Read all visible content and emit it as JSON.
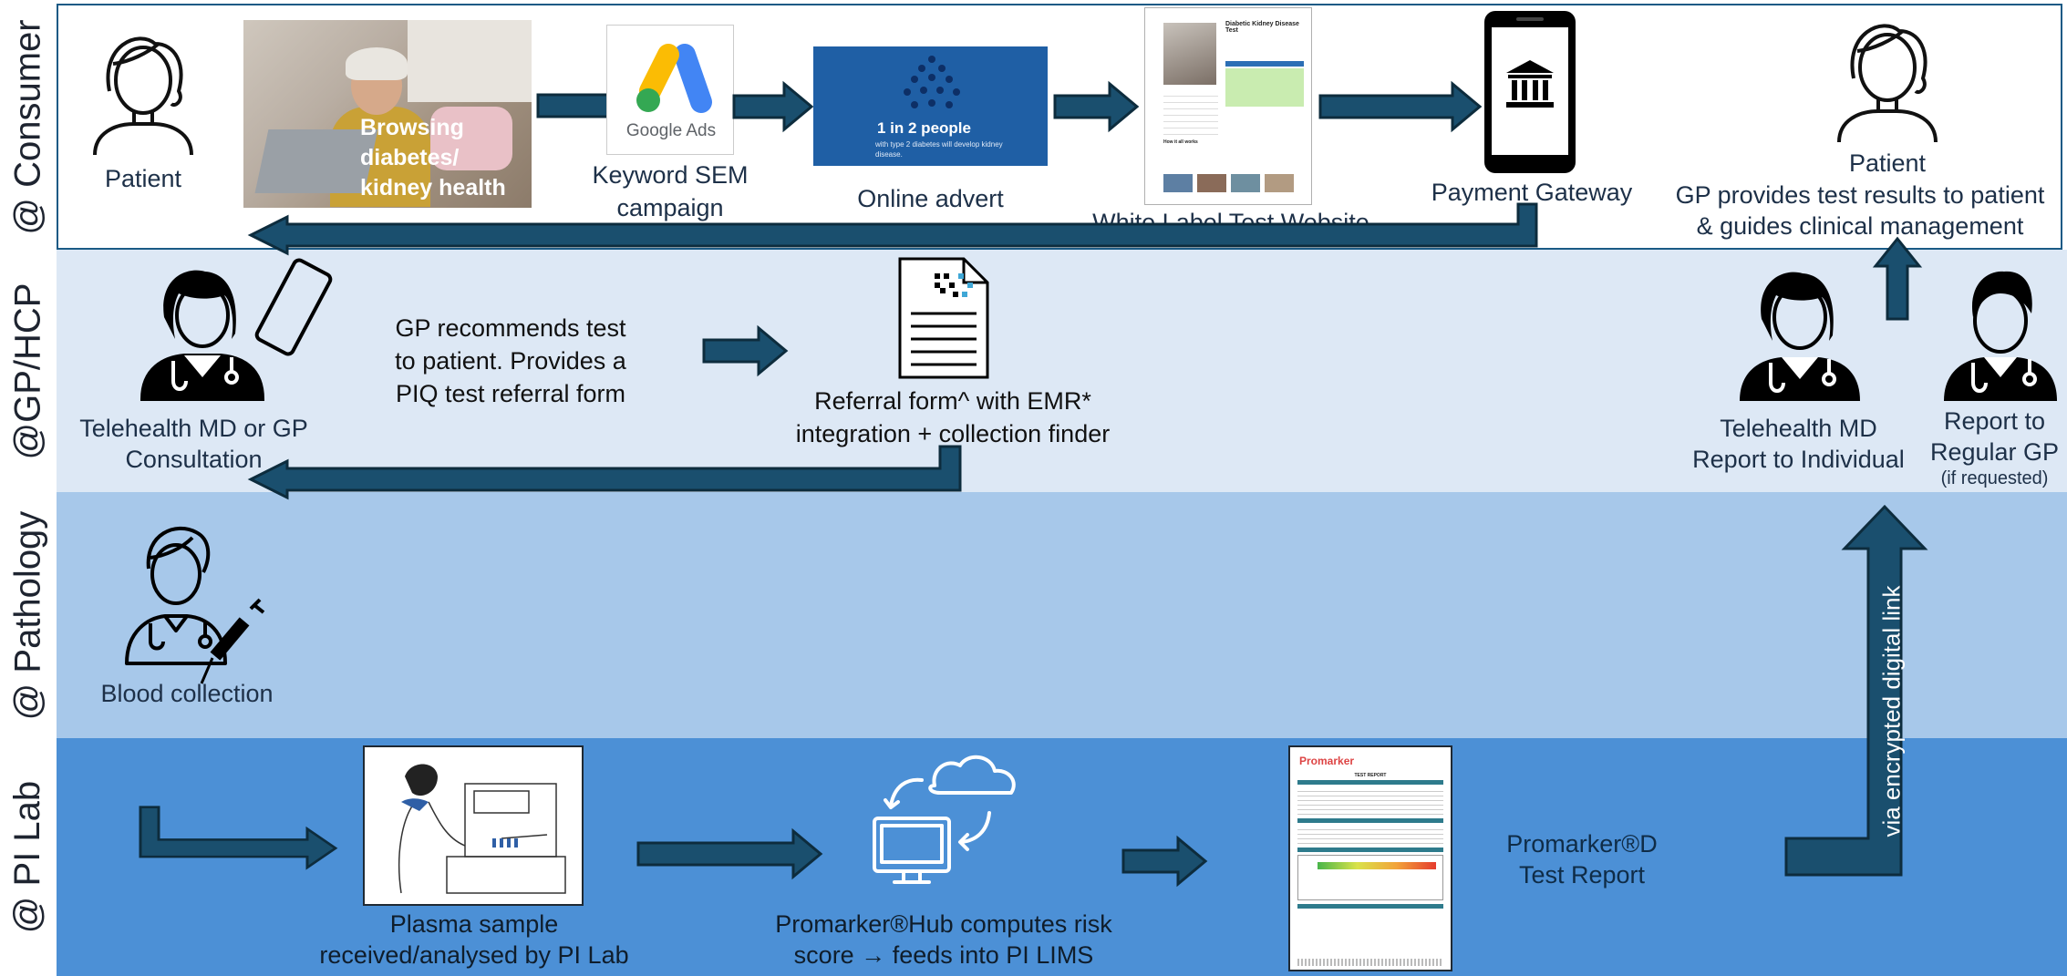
{
  "lanes": {
    "consumer": "@ Consumer",
    "gp": "@GP/HCP",
    "pathology": "@ Pathology",
    "lab": "@ PI Lab"
  },
  "consumer": {
    "patient_label": "Patient",
    "browsing_text": "Browsing diabetes/ kidney health",
    "google_ads_logo": "Google Ads",
    "sem_label": "Keyword SEM campaign",
    "advert_label": "Online advert",
    "advert_text_big": "1 in 2 people",
    "advert_text_small": "with type 2 diabetes will develop kidney disease.",
    "website_label": "White Label Test Website",
    "website_heading": "Diabetic Kidney Disease Test",
    "website_subheading": "How it all works",
    "payment_label": "Payment Gateway",
    "patient2_label": "Patient",
    "results_line1": "GP provides test results to patient",
    "results_line2": "& guides clinical management"
  },
  "gp": {
    "consult_line1": "Telehealth MD or GP",
    "consult_line2": "Consultation",
    "recommend_line1": "GP recommends test",
    "recommend_line2": "to patient. Provides a",
    "recommend_line3": "PIQ test referral form",
    "referral_line1": "Referral form^ with EMR*",
    "referral_line2": "integration + collection finder",
    "telehealth_line1": "Telehealth MD",
    "telehealth_line2": "Report to Individual",
    "regular_line1": "Report to",
    "regular_line2": "Regular GP",
    "regular_line3": "(if requested)"
  },
  "pathology": {
    "blood_label": "Blood collection"
  },
  "lab": {
    "plasma_line1": "Plasma sample",
    "plasma_line2": "received/analysed by PI Lab",
    "hub_line1": "Promarker®Hub computes risk",
    "hub_line2": "score → feeds into PI LIMS",
    "report_logo": "Promarker",
    "report_title": "TEST REPORT",
    "report_line1": "Promarker®D",
    "report_line2": "Test Report",
    "encrypted_label": "via encrypted digital link"
  },
  "colors": {
    "consumer_bg": "#ffffff",
    "gp_bg": "#dde8f5",
    "pathology_bg": "#a7c8ea",
    "lab_bg": "#4c90d6",
    "arrow_fill": "#1a4f6e",
    "google_blue": "#4285f4",
    "google_yellow": "#fbbc04",
    "google_green": "#34a853",
    "advert_bg": "#1f5fa5"
  }
}
